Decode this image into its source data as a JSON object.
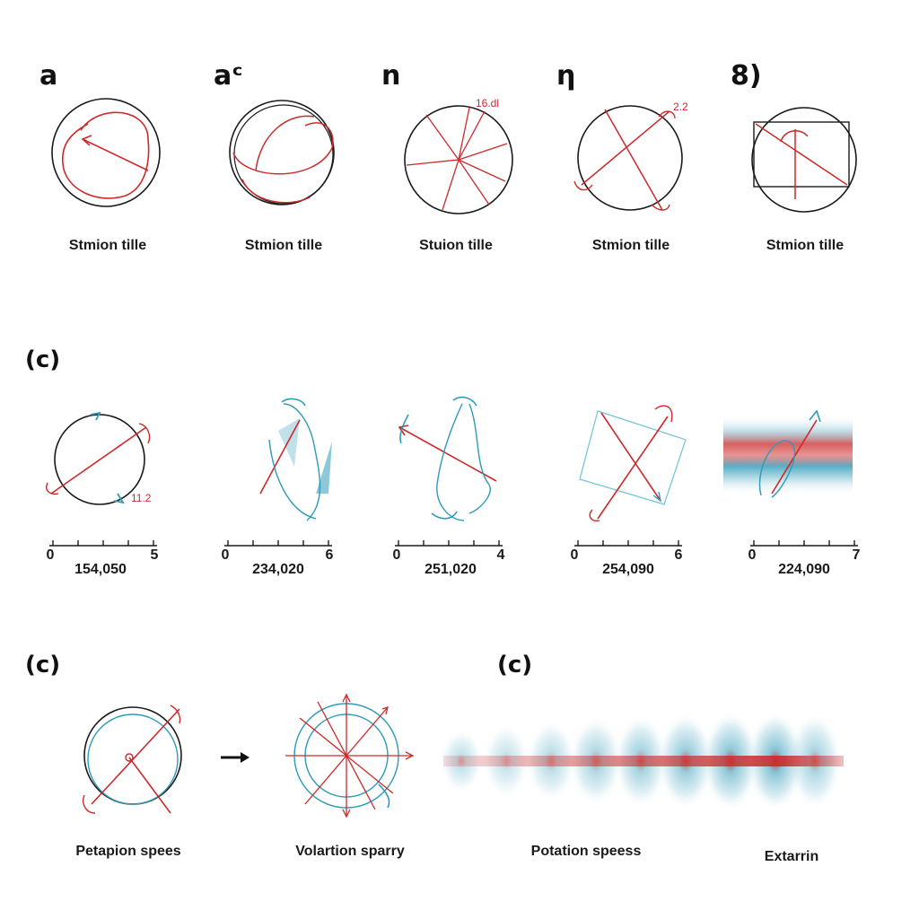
{
  "colors": {
    "ink": "#1a1a1a",
    "red": "#cc2a2a",
    "teal": "#2e9ab8"
  },
  "row1": {
    "panels": [
      {
        "letter": "a",
        "caption": "Stmion tille",
        "annotation": ""
      },
      {
        "letter": "aᶜ",
        "caption": "Stmion tille",
        "annotation": ""
      },
      {
        "letter": "n",
        "caption": "Stuion tille",
        "annotation": "16.dl"
      },
      {
        "letter": "ƞ",
        "caption": "Stmion tille",
        "annotation": "2.2"
      },
      {
        "letter": "8)",
        "caption": "Stmion tille",
        "annotation": ""
      }
    ]
  },
  "row2": {
    "label": "(c)",
    "panels": [
      {
        "annotation": "11.2",
        "axis_start": "0",
        "axis_end": "5",
        "axis_value": "154,050"
      },
      {
        "annotation": "",
        "axis_start": "0",
        "axis_end": "6",
        "axis_value": "234,020"
      },
      {
        "annotation": "",
        "axis_start": "0",
        "axis_end": "4",
        "axis_value": "251,020"
      },
      {
        "annotation": "",
        "axis_start": "0",
        "axis_end": "6",
        "axis_value": "254,090"
      },
      {
        "annotation": "",
        "axis_start": "0",
        "axis_end": "7",
        "axis_value": "224,090"
      }
    ]
  },
  "row3": {
    "label_left": "(c)",
    "label_right": "(c)",
    "captions": [
      "Petapion spees",
      "Volartion sparry",
      "Potation speess",
      "Extarrin"
    ],
    "arrow_icon": "right-arrow-icon"
  }
}
